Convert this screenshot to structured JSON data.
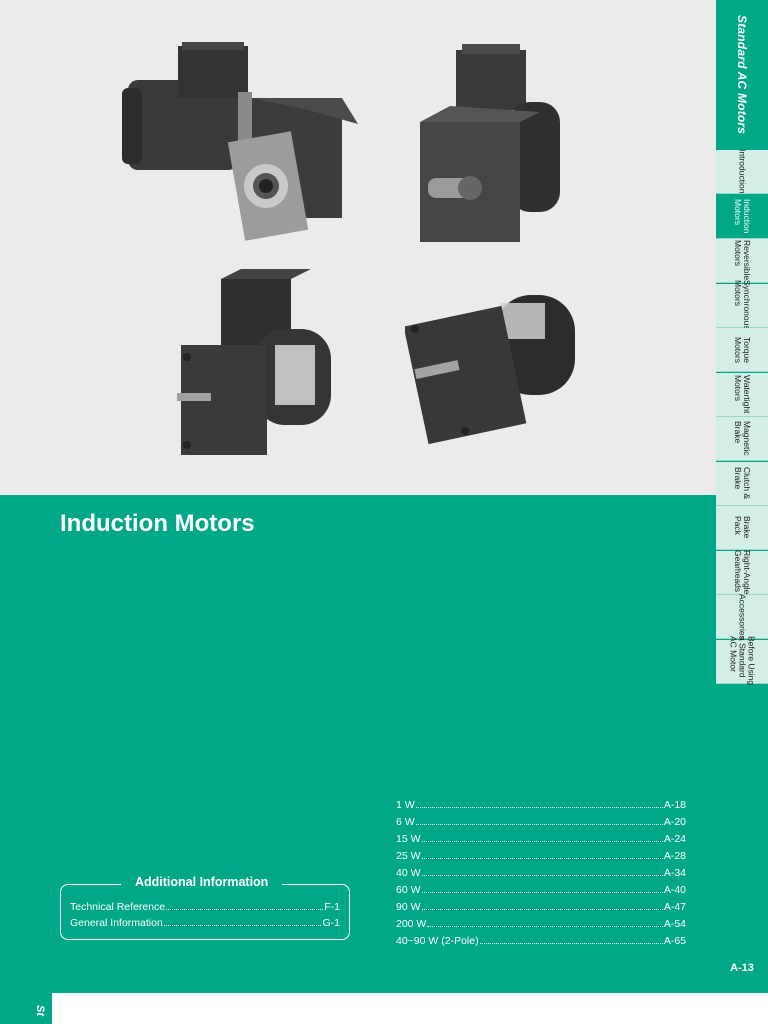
{
  "page": {
    "title": "Induction Motors",
    "page_number": "A-13"
  },
  "sidebar": {
    "title": "Standard AC Motors",
    "tabs": [
      {
        "label": "Introduction",
        "active": false
      },
      {
        "label": "Induction\nMotors",
        "active": true
      },
      {
        "label": "Reversible\nMotors",
        "active": false
      },
      {
        "label": "Synchronous\nMotors",
        "active": false
      },
      {
        "label": "Torque\nMotors",
        "active": false
      },
      {
        "label": "Watertight\nMotors",
        "active": false
      },
      {
        "label": "Magnetic\nBrake",
        "active": false
      },
      {
        "label": "Clutch &\nBrake",
        "active": false
      },
      {
        "label": "Brake\nPack",
        "active": false
      },
      {
        "label": "Right-Angle\nGearheads",
        "active": false
      },
      {
        "label": "Accessories",
        "active": false
      },
      {
        "label": "Before Using\na Standard\nAC Motor",
        "active": false
      }
    ]
  },
  "toc": [
    {
      "label": "1 W",
      "page": "A-18"
    },
    {
      "label": "6 W",
      "page": "A-20"
    },
    {
      "label": "15 W",
      "page": "A-24"
    },
    {
      "label": "25 W",
      "page": "A-28"
    },
    {
      "label": "40 W",
      "page": "A-34"
    },
    {
      "label": "60 W",
      "page": "A-40"
    },
    {
      "label": "90 W",
      "page": "A-47"
    },
    {
      "label": "200 W",
      "page": "A-54"
    },
    {
      "label": "40~90 W (2-Pole)",
      "page": "A-65"
    }
  ],
  "additional_info": {
    "title": "Additional Information",
    "items": [
      {
        "label": "Technical Reference",
        "page": "F-1"
      },
      {
        "label": "General Information",
        "page": "G-1"
      }
    ]
  },
  "bottom_edge_text": "St",
  "colors": {
    "accent": "#00a887",
    "tab_light": "#d3eee6",
    "photo_bg": "#ebebeb"
  }
}
